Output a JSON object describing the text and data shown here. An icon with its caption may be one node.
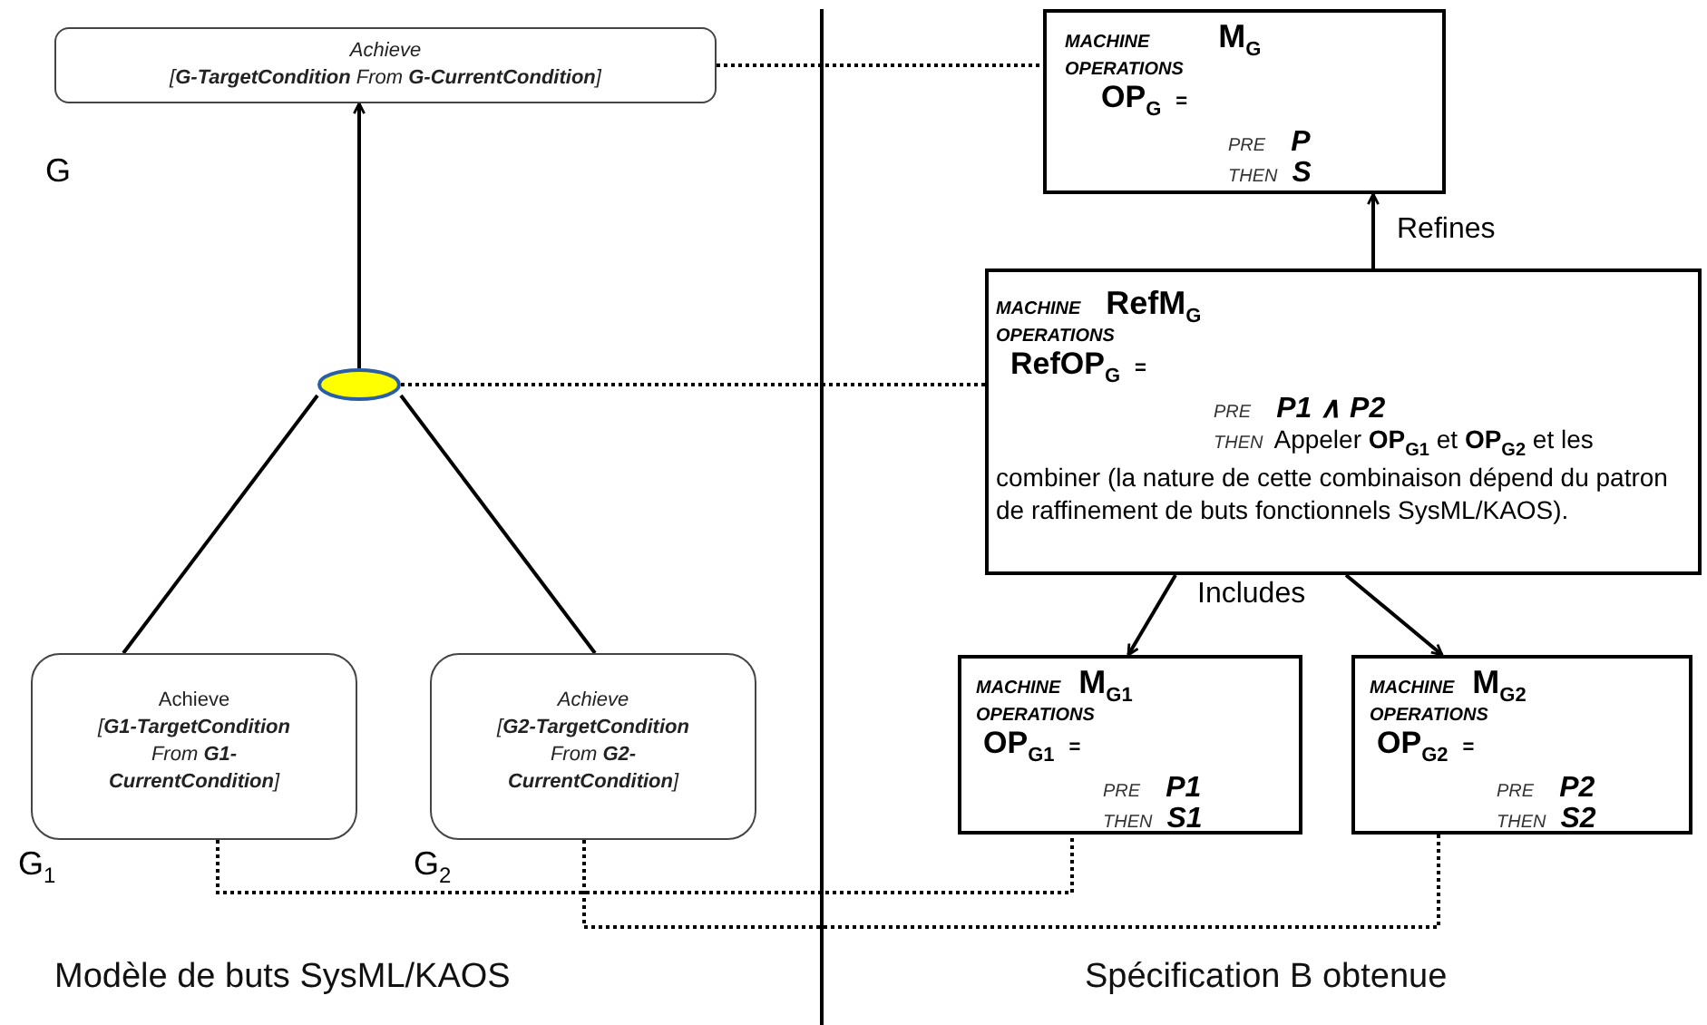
{
  "diagram": {
    "nodes": [
      {
        "text": [
          "Achieve",
          "[**G-TargetCondition** From **G-CurrentCondition**]"
        ],
        "beside": [
          "G"
        ]
      },
      {
        "text": [],
        "shape": "circle"
      },
      {
        "text": [
          "Achieve",
          "[**G1-TargetCondition** From **G1-CurrentCondition**]"
        ],
        "beside": [
          "G$_{1}$"
        ]
      },
      {
        "text": [
          "Achieve",
          "[**G2-TargetCondition** From **G2-CurrentCondition**]"
        ],
        "beside": [
          "G$_{2}$"
        ]
      },
      {
        "text": [
          "MACHINE",
          "M$_{G}$",
          "OPERATIONS",
          "OP$_{G}$",
          "=",
          "PRE",
          "P",
          "THEN",
          "S"
        ]
      },
      {
        "text": [
          "MACHINE",
          "RefM$_{G}$",
          "OPERATIONS",
          "RefOP$_{G}$",
          "=",
          "PRE",
          "P1 ∧ *P2*",
          "THEN",
          "Appeler **OP$_{G1}$** et **OP$_{G2}$** et les combiner (la nature de cette combinaison dépend du patron de raffinement de buts fonctionnels SysML/KAOS)."
        ]
      },
      {
        "text": [
          "MACHINE",
          "M$_{G1}$",
          "OPERATIONS",
          "OP$_{G1}$",
          "=",
          "PRE",
          "P1",
          "THEN",
          "S1"
        ]
      },
      {
        "text": [
          "MACHINE",
          "M$_{G2}$",
          "OPERATIONS",
          "OP$_{G2}$",
          "=",
          "PRE",
          "P2",
          "THEN",
          "S2"
        ]
      }
    ],
    "edges": [
      {
        "from": 1,
        "to": 0,
        "arrow": "to"
      },
      {
        "from": 2,
        "to": 1,
        "arrow": "none"
      },
      {
        "from": 3,
        "to": 1,
        "arrow": "none"
      },
      {
        "from": 0,
        "to": 4,
        "arrow": "none",
        "style": "dashed"
      },
      {
        "from": 1,
        "to": 5,
        "arrow": "none",
        "style": "dashed"
      },
      {
        "from": 2,
        "to": 6,
        "arrow": "none",
        "style": "dashed"
      },
      {
        "from": 3,
        "to": 7,
        "arrow": "none",
        "style": "dashed"
      },
      {
        "from": 5,
        "to": 4,
        "arrow": "to",
        "label": "Refines"
      },
      {
        "from": 5,
        "to": 6,
        "arrow": "to"
      },
      {
        "from": 5,
        "to": 7,
        "arrow": "to"
      }
    ],
    "labels": [
      "Includes",
      "Modèle de buts SysML/KAOS",
      "Spécification B obtenue"
    ]
  }
}
